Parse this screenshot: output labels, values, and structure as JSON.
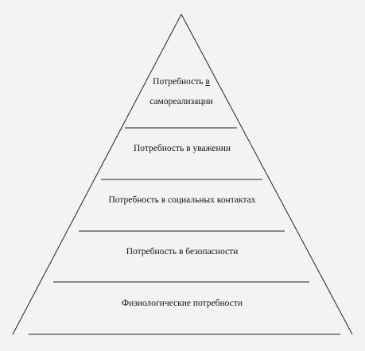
{
  "levels": [
    {
      "id": "self-actualization",
      "text_main": "Потребность ",
      "text_mark": "в",
      "line2": "самореализации"
    },
    {
      "id": "esteem",
      "text": "Потребность в уважении"
    },
    {
      "id": "social",
      "text": "Потребность в социальных контактах"
    },
    {
      "id": "safety",
      "text": "Потребность в безопасности"
    },
    {
      "id": "physiological",
      "text": "Физиологические потребности"
    }
  ],
  "colors": {
    "background": "#f3f3f3",
    "stroke": "#222222",
    "text": "#111111"
  }
}
